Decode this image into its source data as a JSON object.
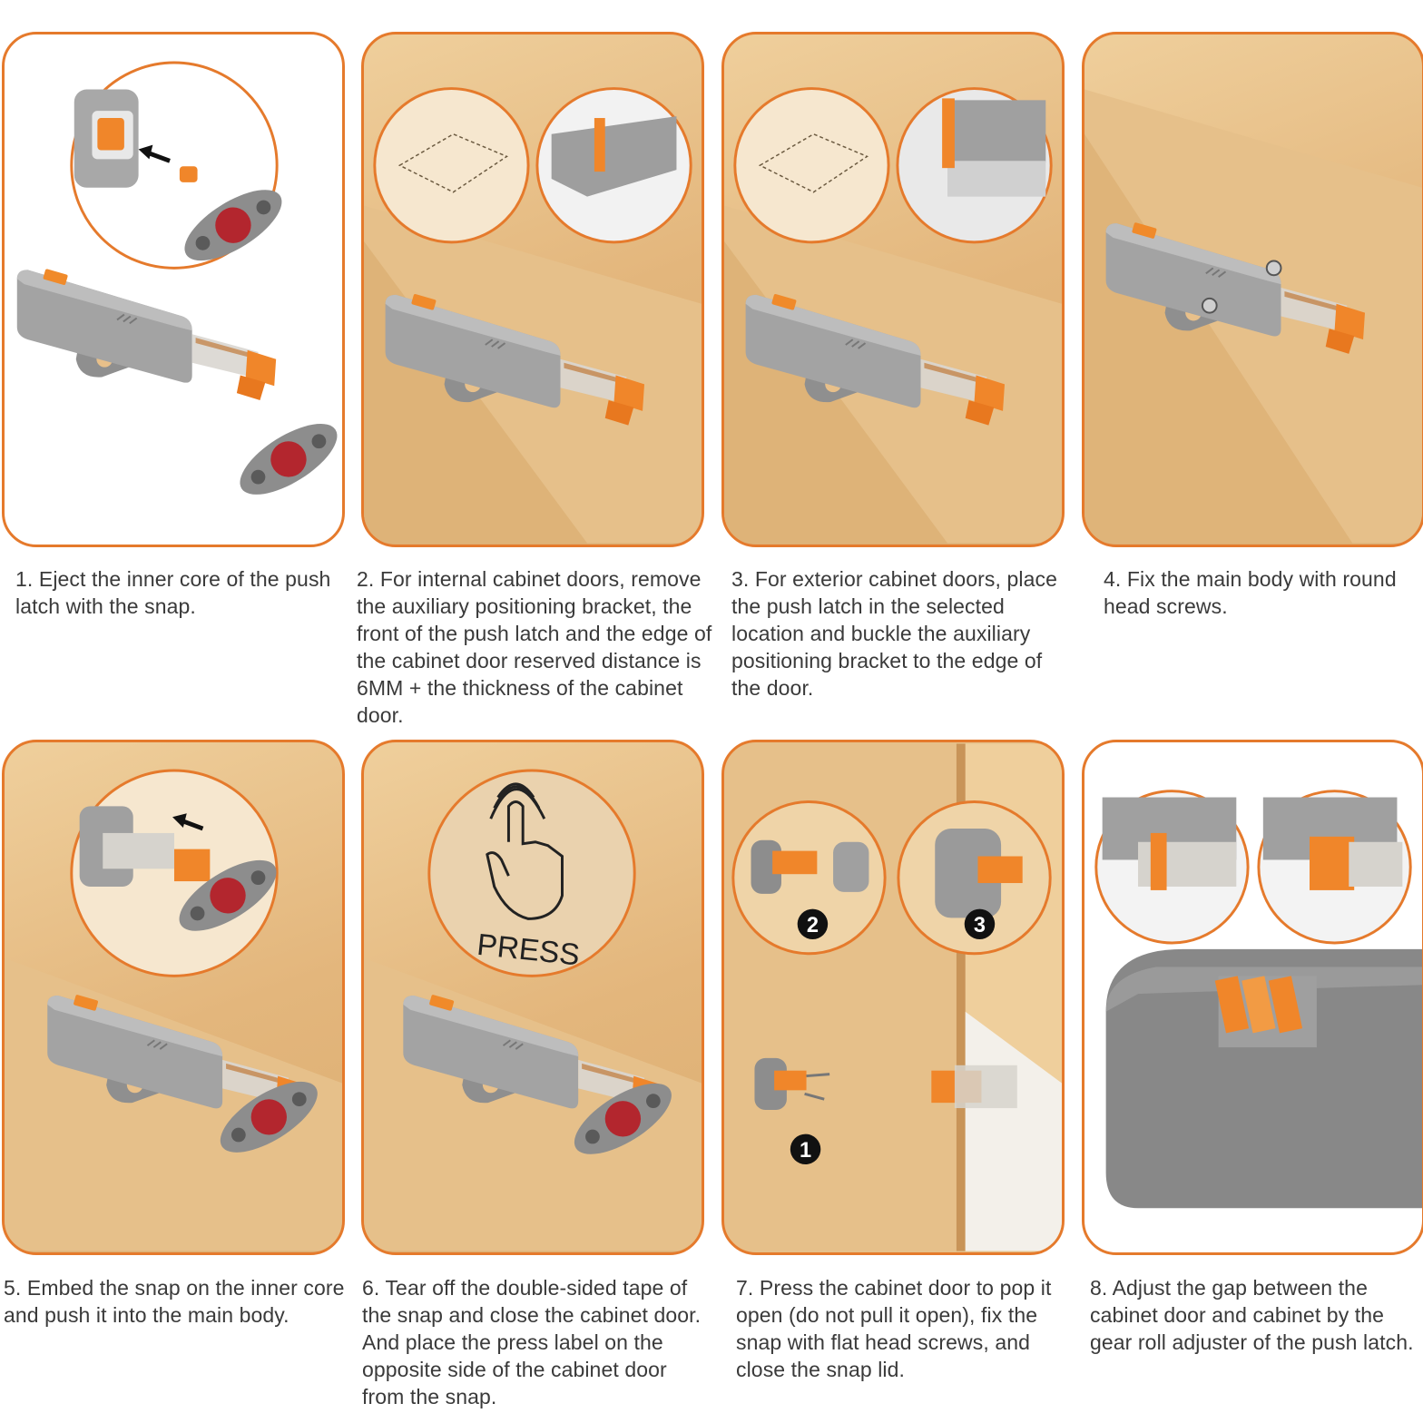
{
  "steps": [
    {
      "caption": "1. Eject the inner core of the push latch with the snap."
    },
    {
      "caption": "2. For internal cabinet doors, remove the auxiliary positioning bracket, the front of the push latch and the edge of the cabinet door reserved distance is 6MM + the thickness of the cabinet door."
    },
    {
      "caption": "3. For exterior cabinet doors, place the push latch in the selected location and buckle the auxiliary positioning bracket to the edge of the door."
    },
    {
      "caption": "4. Fix the main body with round head screws."
    },
    {
      "caption": "5. Embed the snap on the inner core and push it into the main body."
    },
    {
      "caption": "6. Tear off the double-sided tape of the snap and close the cabinet door. And place the press label on the opposite side of the cabinet door from the snap."
    },
    {
      "caption": "7. Press the cabinet door to pop it open (do not pull it open), fix the snap with flat head screws, and close the snap lid."
    },
    {
      "caption": "8. Adjust the gap between the cabinet door and cabinet by the gear roll adjuster of the push latch."
    }
  ],
  "press_label": "PRESS",
  "step_markers": [
    "2",
    "3",
    "1"
  ],
  "colors": {
    "accent_orange": "#e57a2c",
    "wood": "#e3b67c",
    "latch_gray": "#9a9a9a",
    "snap_red": "#b3262e"
  }
}
